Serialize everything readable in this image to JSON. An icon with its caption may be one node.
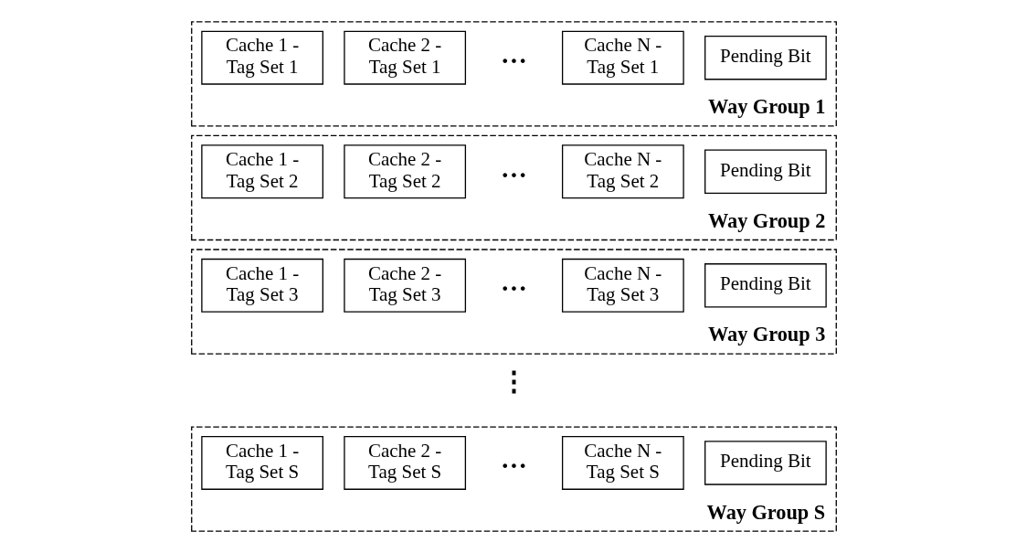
{
  "diagram": {
    "nodes": [
      {
        "text": [
          "Way Group 1"
        ]
      },
      {
        "text": [
          "Cache 1 - Tag Set 1"
        ],
        "in": 0
      },
      {
        "text": [
          "Cache 2 - Tag Set 1"
        ],
        "in": 0
      },
      {
        "text": [
          "Cache N - Tag Set 1"
        ],
        "in": 0
      },
      {
        "text": [
          "Pending Bit"
        ],
        "in": 0
      },
      {
        "text": [
          "Way Group 2"
        ]
      },
      {
        "text": [
          "Cache 1 - Tag Set 2"
        ],
        "in": 5
      },
      {
        "text": [
          "Cache 2 - Tag Set 2"
        ],
        "in": 5
      },
      {
        "text": [
          "Cache N - Tag Set 2"
        ],
        "in": 5
      },
      {
        "text": [
          "Pending Bit"
        ],
        "in": 5
      },
      {
        "text": [
          "Way Group 3"
        ]
      },
      {
        "text": [
          "Cache 1 - Tag Set 3"
        ],
        "in": 10
      },
      {
        "text": [
          "Cache 2 - Tag Set 3"
        ],
        "in": 10
      },
      {
        "text": [
          "Cache N - Tag Set 3"
        ],
        "in": 10
      },
      {
        "text": [
          "Pending Bit"
        ],
        "in": 10
      },
      {
        "text": [
          "Way Group S"
        ]
      },
      {
        "text": [
          "Cache 1 - Tag Set S"
        ],
        "in": 15
      },
      {
        "text": [
          "Cache 2 - Tag Set S"
        ],
        "in": 15
      },
      {
        "text": [
          "Cache N - Tag Set S"
        ],
        "in": 15
      },
      {
        "text": [
          "Pending Bit"
        ],
        "in": 15
      }
    ],
    "edges": [],
    "labels": [
      "…",
      "…",
      "…",
      "⋮",
      "…"
    ]
  }
}
